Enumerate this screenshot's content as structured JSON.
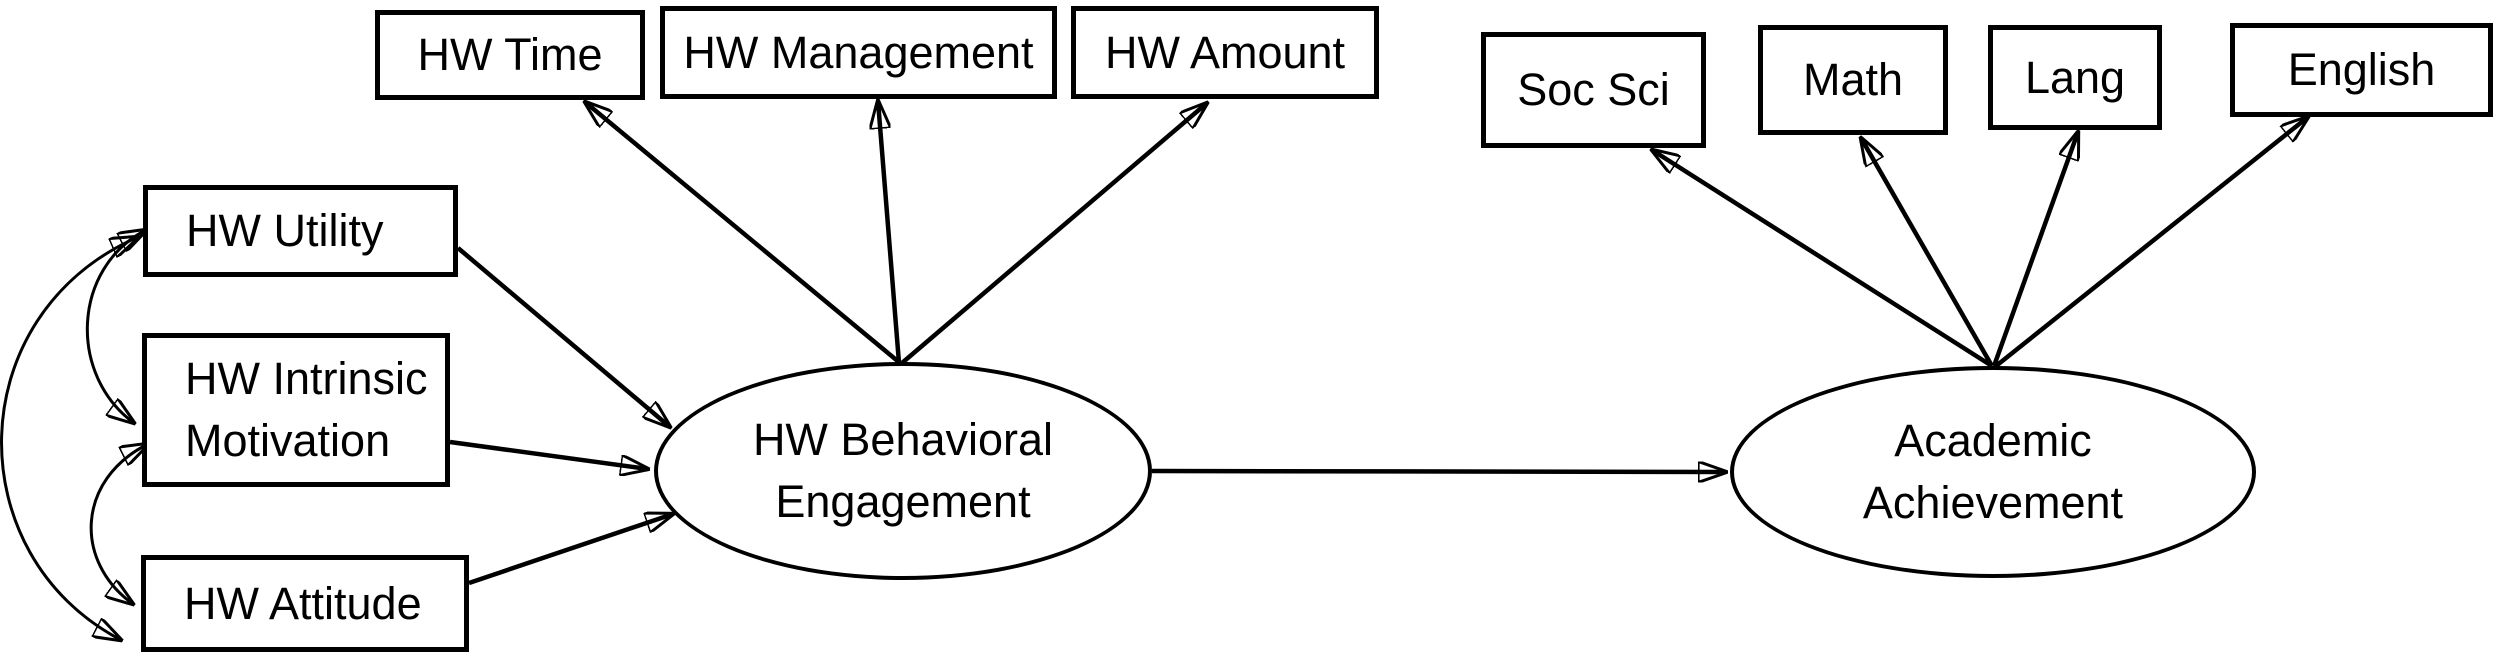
{
  "diagram_type": "structural-equation-model-path-diagram",
  "colors": {
    "background": "#ffffff",
    "line": "#000000",
    "node_fill": "#ffffff",
    "text": "#000000"
  },
  "nodes": {
    "hw_time": {
      "label": "HW Time",
      "shape": "rectangle"
    },
    "hw_management": {
      "label": "HW Management",
      "shape": "rectangle"
    },
    "hw_amount": {
      "label": "HW Amount",
      "shape": "rectangle"
    },
    "soc_sci": {
      "label": "Soc Sci",
      "shape": "rectangle"
    },
    "math": {
      "label": "Math",
      "shape": "rectangle"
    },
    "lang": {
      "label": "Lang",
      "shape": "rectangle"
    },
    "english": {
      "label": "English",
      "shape": "rectangle"
    },
    "hw_utility": {
      "label": "HW Utility",
      "shape": "rectangle"
    },
    "hw_intrinsic_motivation": {
      "lines": [
        "HW Intrinsic",
        "Motivation"
      ],
      "shape": "rectangle"
    },
    "hw_attitude": {
      "label": "HW Attitude",
      "shape": "rectangle"
    },
    "hw_behavioral_engagement": {
      "lines": [
        "HW Behavioral",
        "Engagement"
      ],
      "shape": "ellipse"
    },
    "academic_achievement": {
      "lines": [
        "Academic",
        "Achievement"
      ],
      "shape": "ellipse"
    }
  },
  "edges": [
    {
      "from": "HW Utility",
      "to": "HW Behavioral Engagement",
      "type": "directed-arrow"
    },
    {
      "from": "HW Intrinsic Motivation",
      "to": "HW Behavioral Engagement",
      "type": "directed-arrow"
    },
    {
      "from": "HW Attitude",
      "to": "HW Behavioral Engagement",
      "type": "directed-arrow"
    },
    {
      "from": "HW Behavioral Engagement",
      "to": "HW Time",
      "type": "directed-arrow"
    },
    {
      "from": "HW Behavioral Engagement",
      "to": "HW Management",
      "type": "directed-arrow"
    },
    {
      "from": "HW Behavioral Engagement",
      "to": "HW Amount",
      "type": "directed-arrow"
    },
    {
      "from": "HW Behavioral Engagement",
      "to": "Academic Achievement",
      "type": "directed-arrow"
    },
    {
      "from": "Academic Achievement",
      "to": "Soc Sci",
      "type": "directed-arrow"
    },
    {
      "from": "Academic Achievement",
      "to": "Math",
      "type": "directed-arrow"
    },
    {
      "from": "Academic Achievement",
      "to": "Lang",
      "type": "directed-arrow"
    },
    {
      "from": "Academic Achievement",
      "to": "English",
      "type": "directed-arrow"
    },
    {
      "from": "HW Utility",
      "to": "HW Intrinsic Motivation",
      "type": "covariance-double-arrow"
    },
    {
      "from": "HW Intrinsic Motivation",
      "to": "HW Attitude",
      "type": "covariance-double-arrow"
    },
    {
      "from": "HW Utility",
      "to": "HW Attitude",
      "type": "covariance-double-arrow"
    }
  ]
}
